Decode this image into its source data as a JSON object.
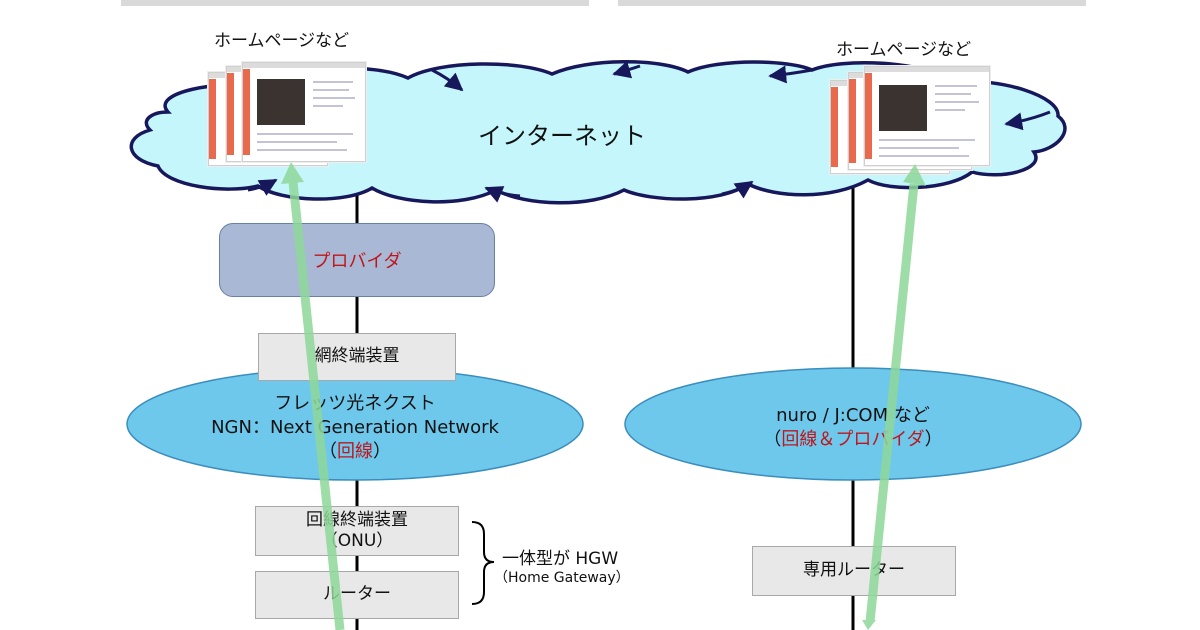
{
  "top_left_label": "ホームページなど",
  "top_right_label": "ホームページなど",
  "internet_label": "インターネット",
  "provider_label": "プロバイダ",
  "left_column": {
    "network_terminal": "網終端装置",
    "flets_title": "フレッツ光ネクスト",
    "ngn_line": "NGN：Next Generation Network",
    "line_label": "回線",
    "onu_line1": "回線終端装置",
    "onu_line2": "（ONU）",
    "router_label": "ルーター",
    "hgw_main": "一体型が HGW",
    "hgw_sub": "（Home Gateway）"
  },
  "right_column": {
    "isp_title": "nuro / J:COM など",
    "isp_sub": "回線＆プロバイダ",
    "router_label": "専用ルーター"
  },
  "colors": {
    "cloud_fill": "#c5f6fb",
    "cloud_stroke": "#17185c",
    "oval_fill": "#6ec8ec",
    "arrow_green": "#8fd89a",
    "provider_fill": "#a9b8d4",
    "red_text": "#c0161b"
  }
}
